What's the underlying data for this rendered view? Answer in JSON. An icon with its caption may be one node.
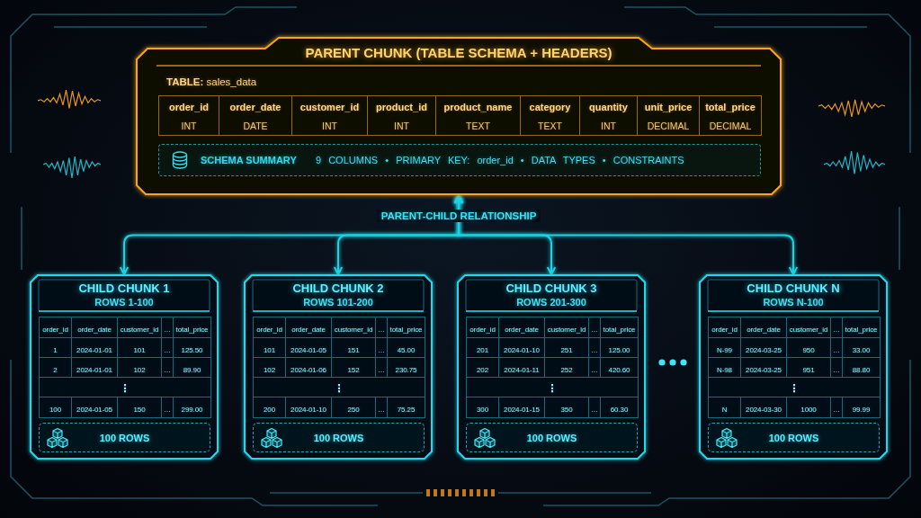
{
  "diagram": {
    "nodes": [
      {
        "text": [
          "PARENT CHUNK (TABLE SCHEMA + HEADERS)",
          "**TABLE:** sales_data"
        ]
      },
      {
        "text": [
          "SCHEMA SUMMARY",
          "9 COLUMNS • PRIMARY KEY: order_id • DATA TYPES • CONSTRAINTS"
        ],
        "in": 0
      },
      {
        "text": [
          "CHILD CHUNK 1",
          "ROWS 1-100"
        ]
      },
      {
        "text": [
          "100 ROWS"
        ],
        "in": 2
      },
      {
        "text": [
          "CHILD CHUNK 2",
          "ROWS 101-200"
        ]
      },
      {
        "text": [
          "100 ROWS"
        ],
        "in": 4
      },
      {
        "text": [
          "CHILD CHUNK 3",
          "ROWS 201-300"
        ]
      },
      {
        "text": [
          "100 ROWS"
        ],
        "in": 6
      },
      {
        "text": [
          "CHILD CHUNK N",
          "ROWS N-100"
        ]
      },
      {
        "text": [
          "100 ROWS"
        ],
        "in": 8
      }
    ],
    "edges": [
      {
        "from": 0,
        "to": 2,
        "arrow": "both",
        "label": "PARENT-CHILD RELATIONSHIP"
      },
      {
        "from": 0,
        "to": 4,
        "arrow": "both"
      },
      {
        "from": 0,
        "to": 6,
        "arrow": "both"
      },
      {
        "from": 0,
        "to": 8,
        "arrow": "both"
      }
    ],
    "labels": [
      "order_id",
      "INT",
      "order_date",
      "DATE",
      "customer_id",
      "INT",
      "product_id",
      "INT",
      "product_name",
      "TEXT",
      "category",
      "TEXT",
      "quantity",
      "INT",
      "unit_price",
      "DECIMAL",
      "total_price",
      "DECIMAL",
      "order_id",
      "order_date",
      "customer_id",
      "…",
      "total_price",
      "1",
      "2024-01-01",
      "101",
      "…",
      "125.50",
      "2",
      "2024-01-01",
      "102",
      "…",
      "89.90",
      "⋮",
      "100",
      "2024-01-05",
      "150",
      "…",
      "299.00",
      "order_id",
      "order_date",
      "customer_id",
      "…",
      "total_price",
      "101",
      "2024-01-05",
      "151",
      "…",
      "45.00",
      "102",
      "2024-01-06",
      "152",
      "…",
      "230.75",
      "⋮",
      "200",
      "2024-01-10",
      "250",
      "…",
      "75.25",
      "order_id",
      "order_date",
      "customer_id",
      "…",
      "total_price",
      "201",
      "2024-01-10",
      "251",
      "…",
      "125.00",
      "202",
      "2024-01-11",
      "252",
      "…",
      "420.60",
      "⋮",
      "300",
      "2024-01-15",
      "350",
      "…",
      "60.30",
      "order_id",
      "order_date",
      "customer_id",
      "…",
      "total_price",
      "N-99",
      "2024-03-25",
      "950",
      "…",
      "33.00",
      "N-98",
      "2024-03-25",
      "951",
      "…",
      "88.80",
      "⋮",
      "N",
      "2024-03-30",
      "1000",
      "…",
      "99.99"
    ]
  }
}
